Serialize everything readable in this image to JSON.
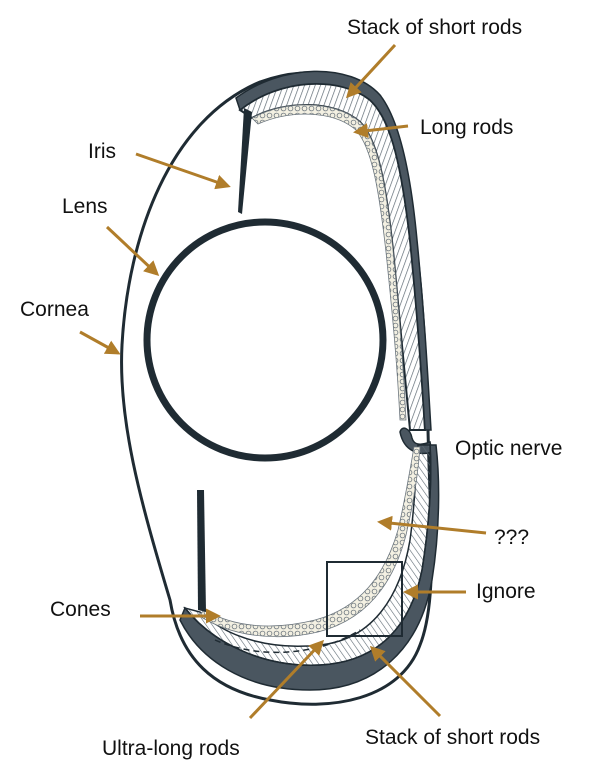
{
  "colors": {
    "outline": "#1f2b33",
    "tissue": "#4a5660",
    "hatch": "#5f6b74",
    "cells": "#f3f0e2",
    "arrow": "#b07d2a"
  },
  "labels": {
    "stack_short_rods_top": "Stack of short rods",
    "long_rods": "Long rods",
    "iris": "Iris",
    "lens": "Lens",
    "cornea": "Cornea",
    "optic_nerve": "Optic nerve",
    "unknown": "???",
    "ignore": "Ignore",
    "cones": "Cones",
    "ultra_long_rods": "Ultra-long rods",
    "stack_short_rods_bottom": "Stack of short rods"
  }
}
